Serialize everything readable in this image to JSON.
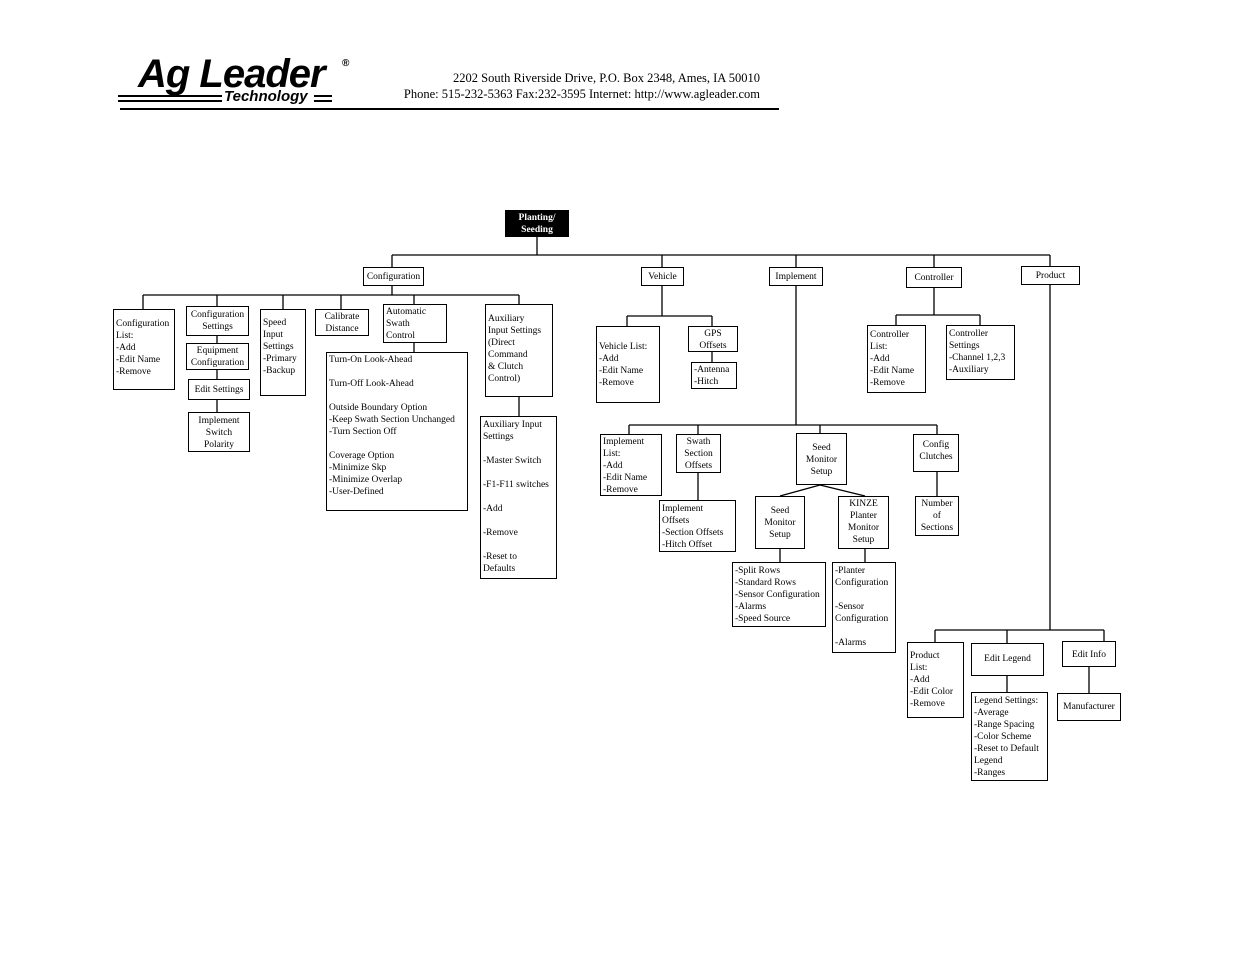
{
  "header": {
    "logo_text": "Ag Leader",
    "logo_reg": "®",
    "logo_sub": "Technology",
    "address_line": "2202 South Riverside Drive, P.O. Box 2348, Ames, IA  50010",
    "contact_line": "Phone: 515-232-5363  Fax:232-3595  Internet:  http://www.agleader.com"
  },
  "tree": {
    "root": "Planting/\nSeeding",
    "configuration": {
      "label": "Configuration",
      "config_list": "Configuration\nList:\n-Add\n-Edit Name\n-Remove",
      "config_settings": "Configuration\nSettings",
      "equipment_config": "Equipment\nConfiguration",
      "edit_settings": "Edit Settings",
      "implement_switch_polarity": "Implement\nSwitch\nPolarity",
      "speed_input": "Speed\nInput\nSettings\n-Primary\n-Backup",
      "calibrate_distance": "Calibrate\nDistance",
      "auto_swath": "Automatic\nSwath\nControl",
      "auto_swath_options": "Turn-On Look-Ahead\n\nTurn-Off Look-Ahead\n\nOutside Boundary Option\n-Keep Swath Section Unchanged\n-Turn Section Off\n\nCoverage Option\n-Minimize Skp\n-Minimize Overlap\n-User-Defined",
      "aux_input": "Auxiliary\nInput Settings\n(Direct\nCommand\n& Clutch\nControl)",
      "aux_input_settings": "Auxiliary Input\nSettings\n\n-Master Switch\n\n-F1-F11 switches\n\n-Add\n\n-Remove\n\n-Reset to\nDefaults"
    },
    "vehicle": {
      "label": "Vehicle",
      "vehicle_list": "Vehicle List:\n-Add\n-Edit Name\n-Remove",
      "gps_offsets": "GPS\nOffsets",
      "gps_offset_items": "-Antenna\n-Hitch"
    },
    "implement": {
      "label": "Implement",
      "implement_list": "Implement\nList:\n-Add\n-Edit Name\n-Remove",
      "swath_offsets": "Swath\nSection\nOffsets",
      "implement_offsets": "Implement\nOffsets\n  -Section Offsets\n  -Hitch Offset",
      "seed_monitor_setup": "Seed\nMonitor\nSetup",
      "seed_monitor_setup_2": "Seed\nMonitor\nSetup",
      "seed_monitor_items": "-Split Rows\n-Standard Rows\n-Sensor Configuration\n-Alarms\n-Speed Source",
      "kinze": "KINZE\nPlanter\nMonitor\nSetup",
      "kinze_items": "-Planter\nConfiguration\n\n-Sensor\nConfiguration\n\n-Alarms",
      "config_clutches": "Config\nClutches",
      "number_of_sections": "Number\nof\nSections"
    },
    "controller": {
      "label": "Controller",
      "controller_list": "Controller\nList:\n-Add\n-Edit Name\n-Remove",
      "controller_settings": "Controller\nSettings\n-Channel 1,2,3\n-Auxiliary"
    },
    "product": {
      "label": "Product",
      "product_list": "Product\nList:\n-Add\n-Edit Color\n-Remove",
      "edit_legend": "Edit Legend",
      "legend_settings": "Legend Settings:\n-Average\n-Range Spacing\n-Color Scheme\n-Reset to Default\nLegend\n-Ranges",
      "edit_info": "Edit Info",
      "manufacturer": "Manufacturer"
    }
  }
}
